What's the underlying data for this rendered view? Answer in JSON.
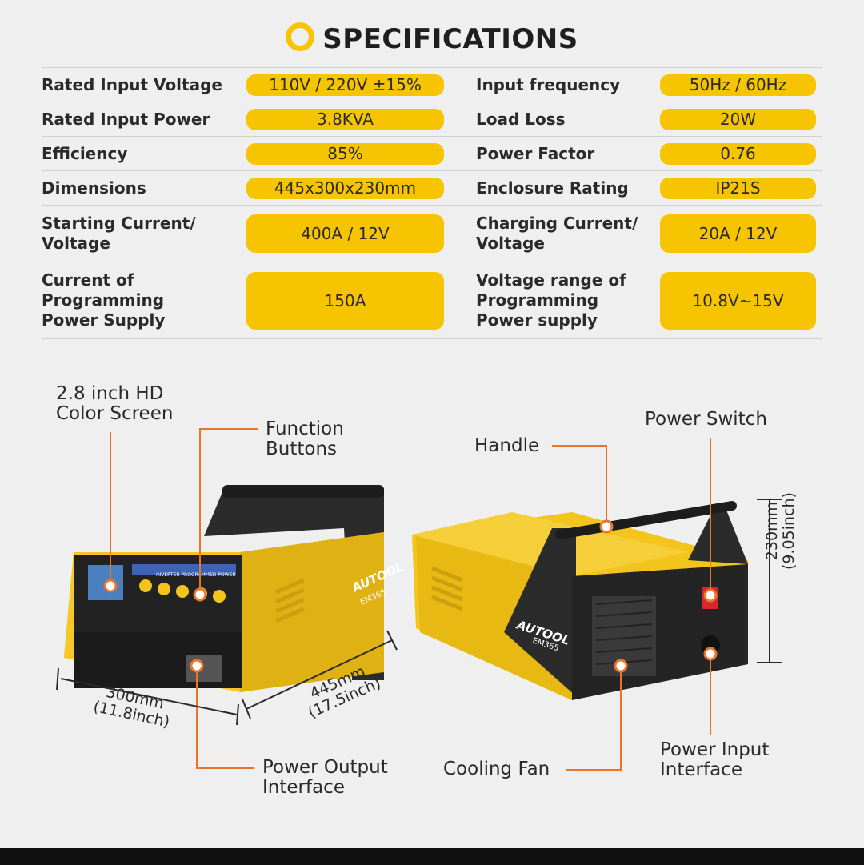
{
  "title": "SPECIFICATIONS",
  "specs": [
    {
      "label_left": "Rated Input Voltage",
      "value_left": "110V / 220V ±15%",
      "label_right": "Input frequency",
      "value_right": "50Hz / 60Hz"
    },
    {
      "label_left": "Rated Input Power",
      "value_left": "3.8KVA",
      "label_right": "Load Loss",
      "value_right": "20W"
    },
    {
      "label_left": "Efficiency",
      "value_left": "85%",
      "label_right": "Power Factor",
      "value_right": "0.76"
    },
    {
      "label_left": "Dimensions",
      "value_left": "445x300x230mm",
      "label_right": "Enclosure Rating",
      "value_right": "IP21S"
    },
    {
      "label_left": "Starting Current/\nVoltage",
      "value_left": "400A / 12V",
      "label_right": "Charging Current/\nVoltage",
      "value_right": "20A / 12V"
    },
    {
      "label_left": "Current of\nProgramming\nPower Supply",
      "value_left": "150A",
      "label_right": "Voltage range of\nProgramming\nPower supply",
      "value_right": "10.8V~15V"
    }
  ],
  "callouts": {
    "screen": "2.8 inch HD\nColor Screen",
    "buttons": "Function\nButtons",
    "handle": "Handle",
    "power_switch": "Power Switch",
    "output": "Power Output\nInterface",
    "fan": "Cooling Fan",
    "input": "Power Input\nInterface"
  },
  "dimensions": {
    "depth": "300mm\n(11.8inch)",
    "width": "445mm\n(17.5inch)",
    "height": "230mm\n(9.05inch)"
  },
  "brand": "AUTOOL",
  "model": "EM365",
  "panel_text": "INVERTER PROGRAMMED POWER",
  "colors": {
    "accent": "#f6c400",
    "callout_line": "#e8752a",
    "device_dark": "#2b2b2b",
    "device_yellow": "#f3c51c"
  }
}
